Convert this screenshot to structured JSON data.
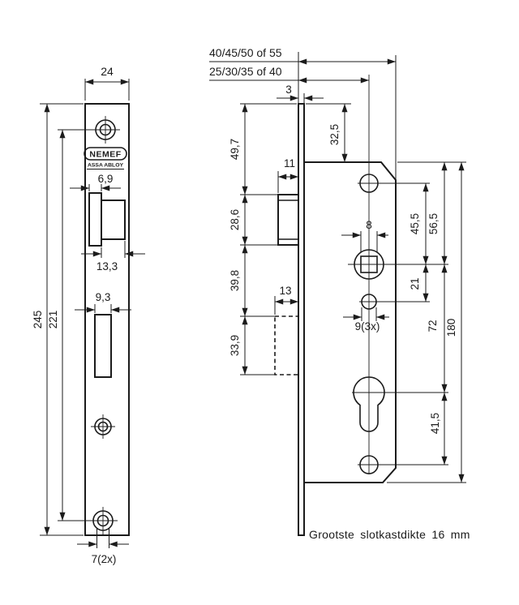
{
  "front_view": {
    "plate_width": "24",
    "plate_height": "245",
    "screw_spacing": "221",
    "latch_lip": "6,9",
    "latch_width": "13,3",
    "bolt_cutout_width": "9,3",
    "screw_holes": "7(2x)",
    "brand": "NEMEF",
    "brand_owner": "ASSA ABLOY"
  },
  "side_view": {
    "case_depth_options": "40/45/50 of 55",
    "backset_options": "25/30/35 of 40",
    "faceplate_thickness": "3",
    "case_top_offset": "32,5",
    "latch_top_offset": "49,7",
    "latch_protrusion": "11",
    "latch_height": "28,6",
    "latch_to_bolt": "39,8",
    "bolt_protrusion": "13",
    "bolt_height": "33,9",
    "spindle_square": "8",
    "top_hole_to_spindle": "45,5",
    "case_top_to_spindle": "56,5",
    "spindle_to_small_hole": "21",
    "spindle_to_cylinder": "72",
    "case_height": "180",
    "cylinder_to_bottom_hole": "41,5",
    "mount_holes": "9(3x)"
  },
  "footnote": "Grootste slotkastdikte 16 mm",
  "colors": {
    "line": "#1b1b1b",
    "background": "#ffffff"
  }
}
